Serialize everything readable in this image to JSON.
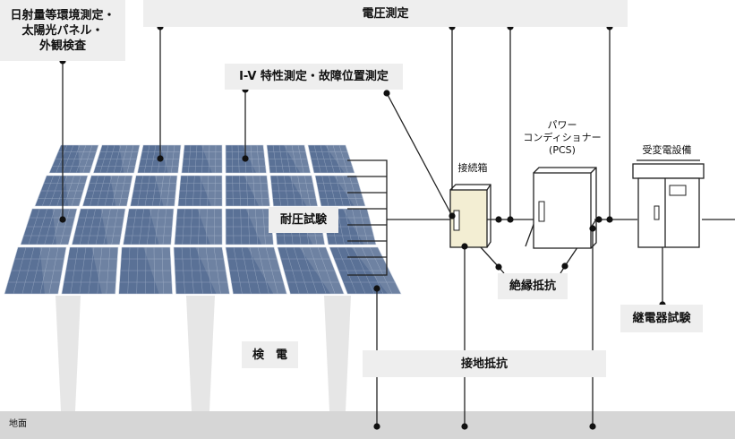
{
  "labels": {
    "solar_inspection": "日射量等環境測定・\n太陽光パネル・\n外観検査",
    "voltage": "電圧測定",
    "iv": "I-V 特性測定・故障位置測定",
    "withstand": "耐圧試験",
    "insulation": "絶縁抵抗",
    "detection": "検　電",
    "grounding": "接地抵抗",
    "relay": "継電器試験",
    "junction_box": "接続箱",
    "pcs": "パワー\nコンディショナー\n(PCS)",
    "substation": "受変電設備",
    "ground": "地面"
  },
  "colors": {
    "label_bg": "#eeeeee",
    "panel_blue": "#5a7196",
    "ground_gray": "#d6d6d6",
    "junction_fill": "#f3eed3"
  }
}
